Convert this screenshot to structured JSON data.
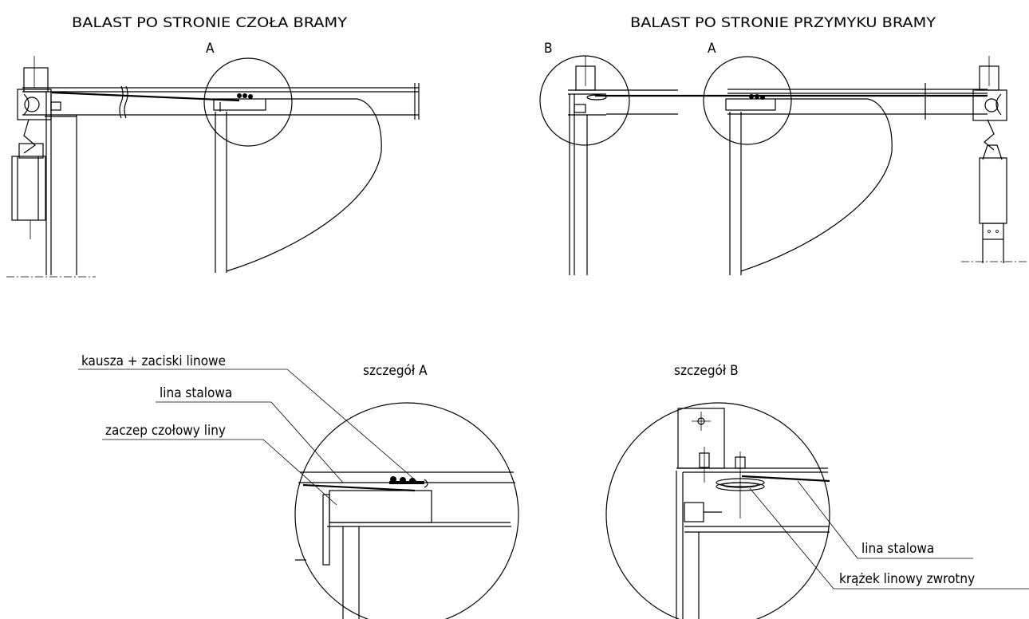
{
  "views": {
    "left_title": "BALAST PO STRONIE CZOŁA BRAMY",
    "right_title": "BALAST PO STRONIE PRZYMYKU BRAMY",
    "marker_a_left": "A",
    "marker_a_right": "A",
    "marker_b": "B"
  },
  "detail_a": {
    "title": "szczegół A",
    "labels": [
      "kausza + zaciski linowe",
      "lina stalowa",
      "zaczep czołowy liny"
    ]
  },
  "detail_b": {
    "title": "szczegół B",
    "labels": [
      "lina stalowa",
      "krążek linowy zwrotny"
    ]
  }
}
